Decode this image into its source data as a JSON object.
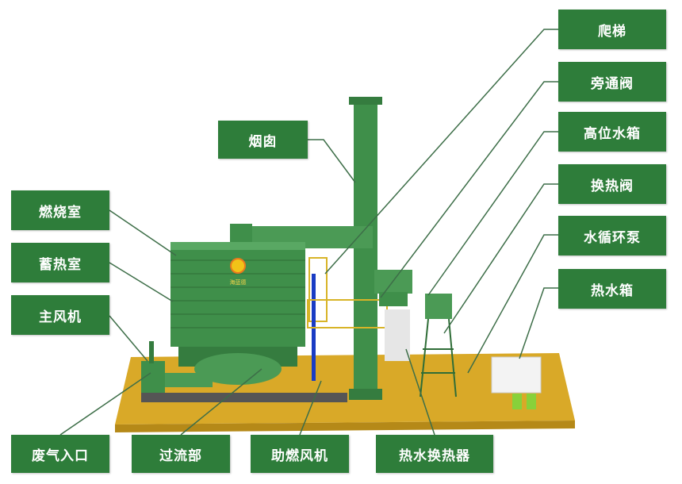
{
  "labels": {
    "ladder": "爬梯",
    "bypass_valve": "旁通阀",
    "high_water_tank": "高位水箱",
    "heat_exchange_valve": "换热阀",
    "water_pump": "水循环泵",
    "hot_water_tank": "热水箱",
    "chimney": "烟囱",
    "combustion_chamber": "燃烧室",
    "regenerator": "蓄热室",
    "main_fan": "主风机",
    "inlet": "废气入口",
    "overflow": "过流部",
    "aux_fan": "助燃风机",
    "heat_exchanger": "热水换热器"
  },
  "logo_text": "海蓝德",
  "colors": {
    "label_bg": "#2e7d3a",
    "equipment": "#3f8f4a",
    "base": "#d9a928",
    "line": "#3d6e48"
  }
}
